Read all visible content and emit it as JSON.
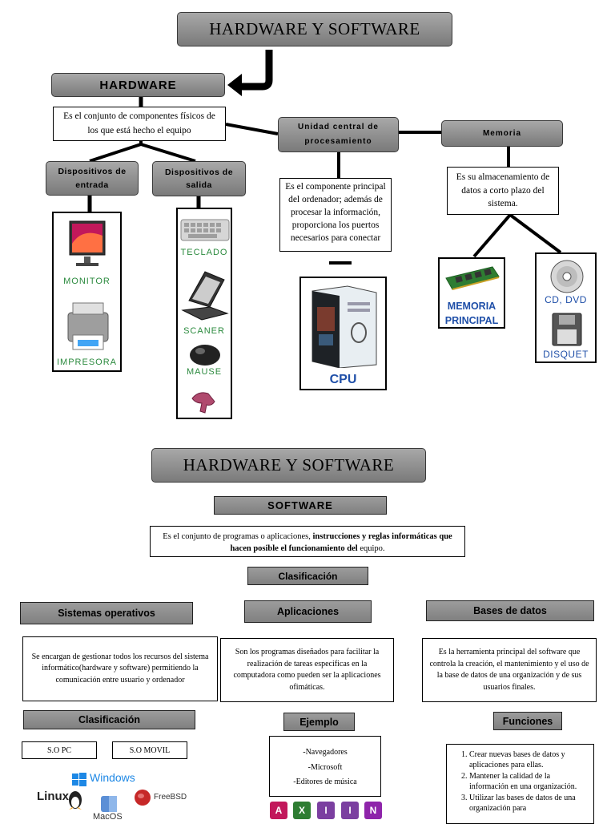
{
  "hardware_section": {
    "title": "HARDWARE Y SOFTWARE",
    "hardware_label": "HARDWARE",
    "hardware_def": "Es el conjunto de componentes físicos de los que está hecho el equipo",
    "input_devices": "Dispositivos de entrada",
    "output_devices": "Dispositivos de salida",
    "cpu_label": "Unidad central de procesamiento",
    "cpu_def": "Es el componente principal del ordenador; además de procesar la información, proporciona los puertos necesarios para conectar",
    "memory_label": "Memoria",
    "memory_def": "Es su almacenamiento de datos a corto plazo del sistema.",
    "img_monitor": "MONITOR",
    "img_impresora": "IMPRESORA",
    "img_teclado": "TECLADO",
    "img_scaner": "SCANER",
    "img_mause": "MAUSE",
    "img_cpu": "CPU",
    "img_memoria": "MEMORIA PRINCIPAL",
    "img_cd": "CD, DVD",
    "img_disquet": "DISQUET"
  },
  "software_section": {
    "title": "HARDWARE Y SOFTWARE",
    "software_label": "SOFTWARE",
    "def_part1": "Es el conjunto de programas o aplicaciones, ",
    "def_bold": "instrucciones y reglas informáticas que hacen posible el funcionamiento del",
    "def_part2": " equipo.",
    "clasificacion": "Clasificación",
    "so_label": "Sistemas operativos",
    "so_def": "Se encargan de gestionar todos los recursos del sistema informático(hardware y software) permitiendo la comunicación entre usuario y ordenador",
    "apps_label": "Aplicaciones",
    "apps_def": "Son los programas diseñados para facilitar la realización de tareas especificas en la computadora como pueden ser la aplicaciones ofimáticas.",
    "db_label": "Bases de datos",
    "db_def": "Es la herramienta principal del software que controla la creación, el mantenimiento y el uso de la base de datos de una organización y de sus usuarios finales.",
    "so_clasificacion": "Clasificación",
    "so_pc": "S.O PC",
    "so_movil": "S.O MOVIL",
    "ejemplo": "Ejemplo",
    "ejemplo_items": [
      "-Navegadores",
      "-Microsoft",
      "-Editores de música"
    ],
    "funciones": "Funciones",
    "funciones_items": [
      "Crear nuevas bases de datos y aplicaciones para ellas.",
      "Mantener la calidad de la información en una organización.",
      "Utilizar las bases de datos de una organización para"
    ],
    "logo_windows": "Windows",
    "logo_linux": "Linux",
    "logo_freebsd": "FreeBSD",
    "logo_macos": "MacOS"
  }
}
